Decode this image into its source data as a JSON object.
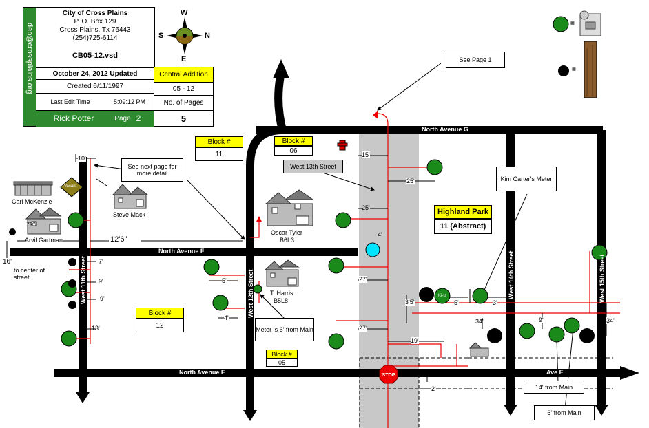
{
  "title_block": {
    "email": "deb@crossplains.org",
    "org_name": "City of Cross Plains",
    "address1": "P. O. Box 129",
    "address2": "Cross Plains, Tx  76443",
    "phone": "(254)725-6114",
    "file": "CB05-12.vsd",
    "updated": "October 24, 2012 Updated",
    "addition": "Central Addition",
    "created": "Created 6/11/1997",
    "map_code": "05 - 12",
    "last_edit_label": "Last Edit Time",
    "last_edit_time": "5:09:12 PM",
    "num_pages_label": "No. of Pages",
    "author": "Rick Potter",
    "page_label": "Page",
    "page_number": "2",
    "num_pages": "5"
  },
  "compass": {
    "n": "N",
    "s": "S",
    "e": "E",
    "w": "W"
  },
  "legend": {
    "green_eq": "=",
    "black_eq": "="
  },
  "streets": {
    "ave_g": "North Avenue G",
    "ave_f": "North Avenue F",
    "ave_e": "North Avenue E",
    "ave_e_east": "Ave E",
    "w11": "West 11th Street",
    "w12": "West 12th Street",
    "w13": "West 13th Street",
    "w14": "West 14th Street",
    "w15": "West 15th Street"
  },
  "blocks": {
    "b11_label": "Block #",
    "b11": "11",
    "b06_label": "Block #",
    "b06": "06",
    "b12_label": "Block #",
    "b12": "12",
    "b05_label": "Block #",
    "b05": "05"
  },
  "highland": {
    "name": "Highland Park",
    "abstract": "11 (Abstract)"
  },
  "callouts": {
    "see_page1": "See Page 1",
    "see_next": "See next page for more detail",
    "kim": "Kim Carter's Meter",
    "meter6": "Meter is 6' from Main",
    "from14": "14' from Main",
    "from6": "6' from Main",
    "to_center": "to center of street."
  },
  "people": {
    "carl": "Carl McKenzie",
    "vacant": "Vacant",
    "steve": "Steve Mack",
    "arvil": "Arvil Gartman",
    "oscar": "Oscar Tyler",
    "oscar_lot": "B6L3",
    "harris": "T. Harris",
    "harris_lot": "B5L8"
  },
  "dims": {
    "d10": "10'",
    "d79": "79\"",
    "d126": "12'6\"",
    "d16": "16'",
    "d7": "7'",
    "d9a": "9'",
    "d9b": "9'",
    "d13": "13'",
    "d15": "15'",
    "d25a": "25'",
    "d25b": "25'",
    "d4": "4'",
    "d27a": "27'",
    "d27b": "27'",
    "d19": "19'",
    "d5a": "5'",
    "d4b": "4'",
    "d35": "3'5\"",
    "d5b": "5'",
    "d3": "3'",
    "d34a": "34'",
    "d9c": "9'",
    "d34b": "34'",
    "d2": "2'"
  },
  "stop": "STOP",
  "meter_tag": "Ki-ts"
}
